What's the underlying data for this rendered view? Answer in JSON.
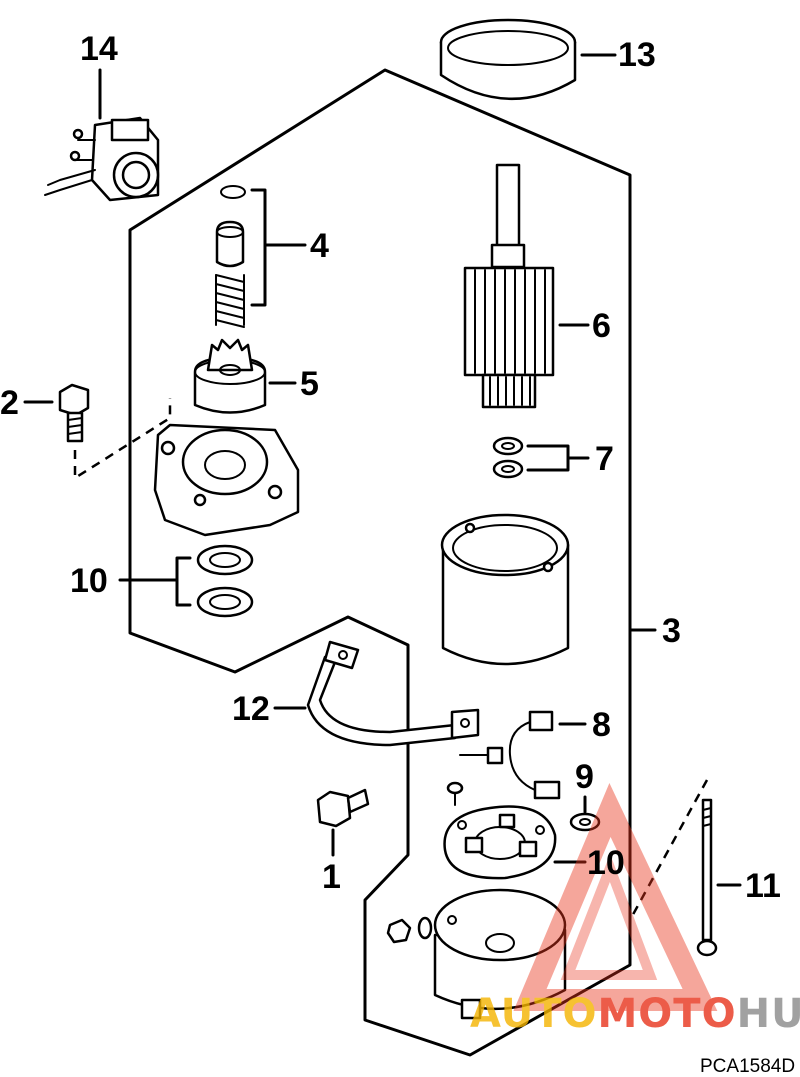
{
  "diagram": {
    "callouts": {
      "c1": "1",
      "c2": "2",
      "c3": "3",
      "c4": "4",
      "c5": "5",
      "c6": "6",
      "c7": "7",
      "c8": "8",
      "c9": "9",
      "c10a": "10",
      "c10b": "10",
      "c11": "11",
      "c12": "12",
      "c13": "13",
      "c14": "14"
    },
    "figure_code": "PCA1584D"
  },
  "watermark": {
    "part1": "AUTO",
    "part2": "MOTO",
    "part3": "HUB",
    "color_light": "#f5b400",
    "color_red": "#e8341c",
    "color_gray": "#8a8a8a"
  }
}
